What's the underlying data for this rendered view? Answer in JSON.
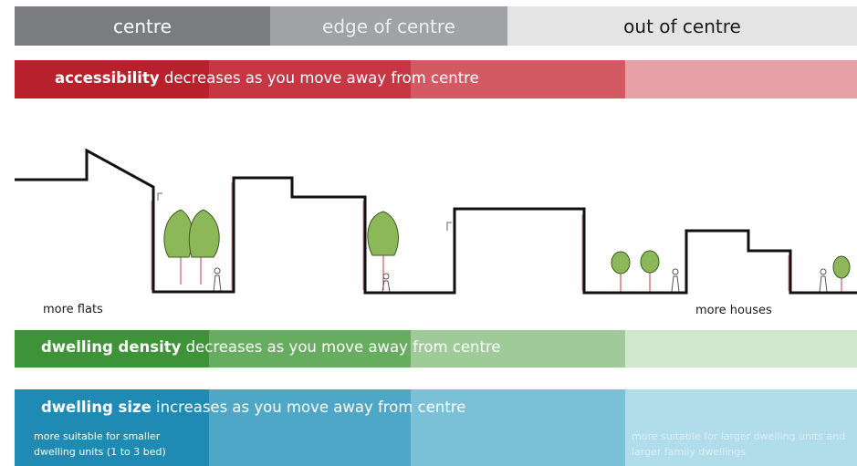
{
  "zones": [
    {
      "label": "centre"
    },
    {
      "label": "edge of centre"
    },
    {
      "label": "out of centre"
    }
  ],
  "accessibility_band": {
    "bold": "accessibility",
    "rest": " decreases as you move away from centre"
  },
  "skyline": {
    "left_label": "more flats",
    "right_label": "more houses"
  },
  "density_band": {
    "bold": "dwelling density",
    "rest": " decreases as you move away from centre"
  },
  "size_band": {
    "bold": "dwelling size",
    "rest": " increases as you move away from centre",
    "note_left": "more suitable for smaller dwelling units (1 to 3 bed)",
    "note_right": "more suitable for larger dwelling units and larger family dwellings"
  },
  "colors": {
    "centre_zone": "#7b7c7f",
    "edge_zone": "#a1a2a5",
    "out_zone": "#e4e4e5",
    "accessibility": "#b8202c",
    "density": "#3e9237",
    "size": "#1f8bb4",
    "tree": "#8db85a"
  }
}
